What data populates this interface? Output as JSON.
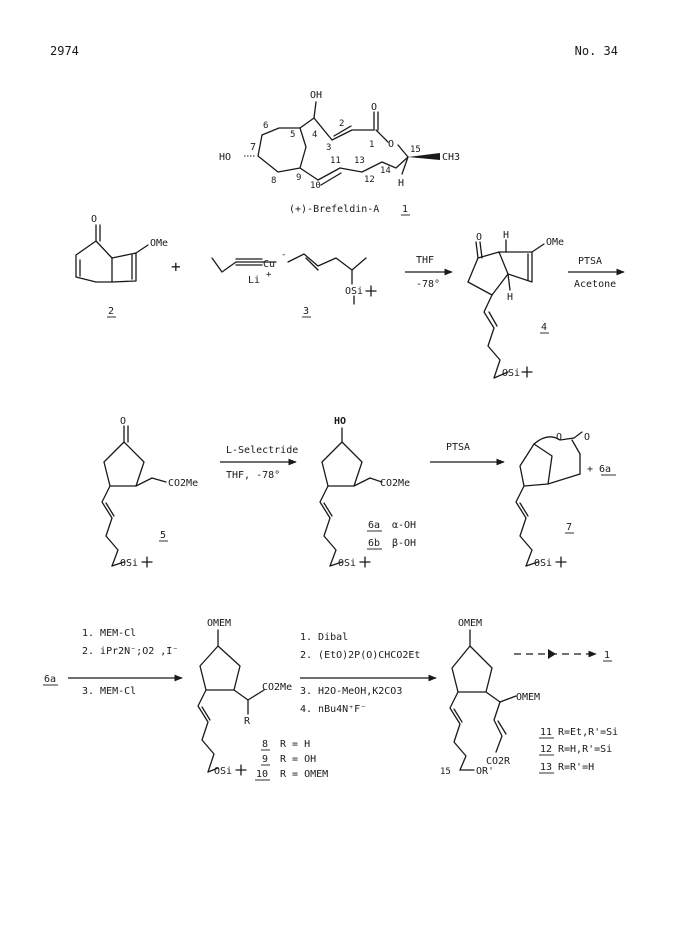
{
  "header": {
    "page_number": "2974",
    "journal_issue": "No. 34"
  },
  "target": {
    "name": "(+)-Brefeldin-A",
    "compound_number": "1",
    "atoms": {
      "OH": "OH",
      "O": "O",
      "HO": "HO",
      "CH3": "CH3",
      "H": "H"
    },
    "numbering": [
      "1",
      "2",
      "3",
      "4",
      "5",
      "6",
      "7",
      "8",
      "9",
      "10",
      "11",
      "12",
      "13",
      "14",
      "15"
    ]
  },
  "row1": {
    "plus": "+",
    "c2": {
      "number": "2",
      "O": "O",
      "OMe": "OMe"
    },
    "c3": {
      "number": "3",
      "cu": "Cu",
      "li": "Li",
      "osi": "OSi"
    },
    "arrow1": {
      "above": "THF",
      "below": "-78°"
    },
    "c4": {
      "number": "4",
      "O": "O",
      "OMe": "OMe",
      "H": "H",
      "osi": "OSi"
    },
    "arrow2": {
      "above": "PTSA",
      "below": "Acetone"
    }
  },
  "row2": {
    "c5": {
      "number": "5",
      "O": "O",
      "co2me": "CO2Me",
      "osi": "OSi"
    },
    "arrow1": {
      "above": "L-Selectride",
      "below": "THF, -78°"
    },
    "c6": {
      "HO": "HO",
      "co2me": "CO2Me",
      "osi": "OSi",
      "legend": [
        {
          "num": "6a",
          "desc": "α-OH"
        },
        {
          "num": "6b",
          "desc": "β-OH"
        }
      ]
    },
    "arrow2": {
      "above": "PTSA"
    },
    "c7": {
      "number": "7",
      "O": "O",
      "osi": "OSi",
      "plus_6a": "+ 6a"
    }
  },
  "row3": {
    "start": "6a",
    "arrow1_steps": [
      "1. MEM-Cl",
      "2. iPr2N⁻;O2 ,I⁻",
      "3. MEM-Cl"
    ],
    "c8": {
      "OMEM": "OMEM",
      "co2me": "CO2Me",
      "R": "R",
      "osi": "OSi",
      "legend": [
        {
          "num": "8",
          "desc": "R = H"
        },
        {
          "num": "9",
          "desc": "R = OH"
        },
        {
          "num": "10",
          "desc": "R = OMEM"
        }
      ]
    },
    "arrow2_steps": [
      "1. Dibal",
      "2. (EtO)2P(O)CHCO2Et",
      "3. H2O-MeOH,K2CO3",
      "4. nBu4N⁺F⁻"
    ],
    "c11": {
      "OMEM_top": "OMEM",
      "OMEM_side": "OMEM",
      "co2r": "CO2R",
      "c15": "15",
      "OR": "OR'",
      "legend": [
        {
          "num": "11",
          "desc": "R=Et,R'=Si"
        },
        {
          "num": "12",
          "desc": "R=H,R'=Si"
        },
        {
          "num": "13",
          "desc": "R=R'=H"
        }
      ]
    },
    "final": "1"
  }
}
